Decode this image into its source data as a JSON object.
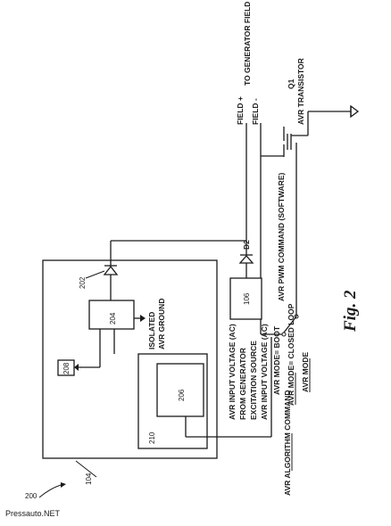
{
  "figure": {
    "caption": "Fig. 2"
  },
  "watermark": "Pressauto.NET",
  "refs": {
    "system": "200",
    "enclosure": "104",
    "diode_ref": "202",
    "block_204": "204",
    "block_208": "208",
    "block_206": "206",
    "block_210": "210",
    "block_106": "106"
  },
  "labels": {
    "isolated_ground_line1": "ISOLATED",
    "isolated_ground_line2": "AVR GROUND",
    "d2": "D2",
    "field_plus": "FIELD +",
    "field_minus": "FIELD -",
    "to_generator_field": "TO GENERATOR FIELD",
    "q1": "Q1",
    "avr_transistor": "AVR TRANSISTOR",
    "avr_input_voltage_ac_1": "AVR INPUT VOLTAGE (AC)",
    "from_generator": "FROM GENERATOR",
    "excitation_source": "EXCITATION SOURCE",
    "avr_input_voltage_ac_2": "AVR INPUT VOLTAGE (AC)",
    "avr_mode_boot": "AVR MODE= BOOT",
    "avr_algorithm_command": "AVR ALGORITHM COMMAND",
    "avr_mode_closed_loop": "AVR MODE= CLOSED LOOP",
    "avr_mode": "AVR MODE",
    "avr_pwm_command": "AVR PWM COMMAND (SOFTWARE)"
  }
}
